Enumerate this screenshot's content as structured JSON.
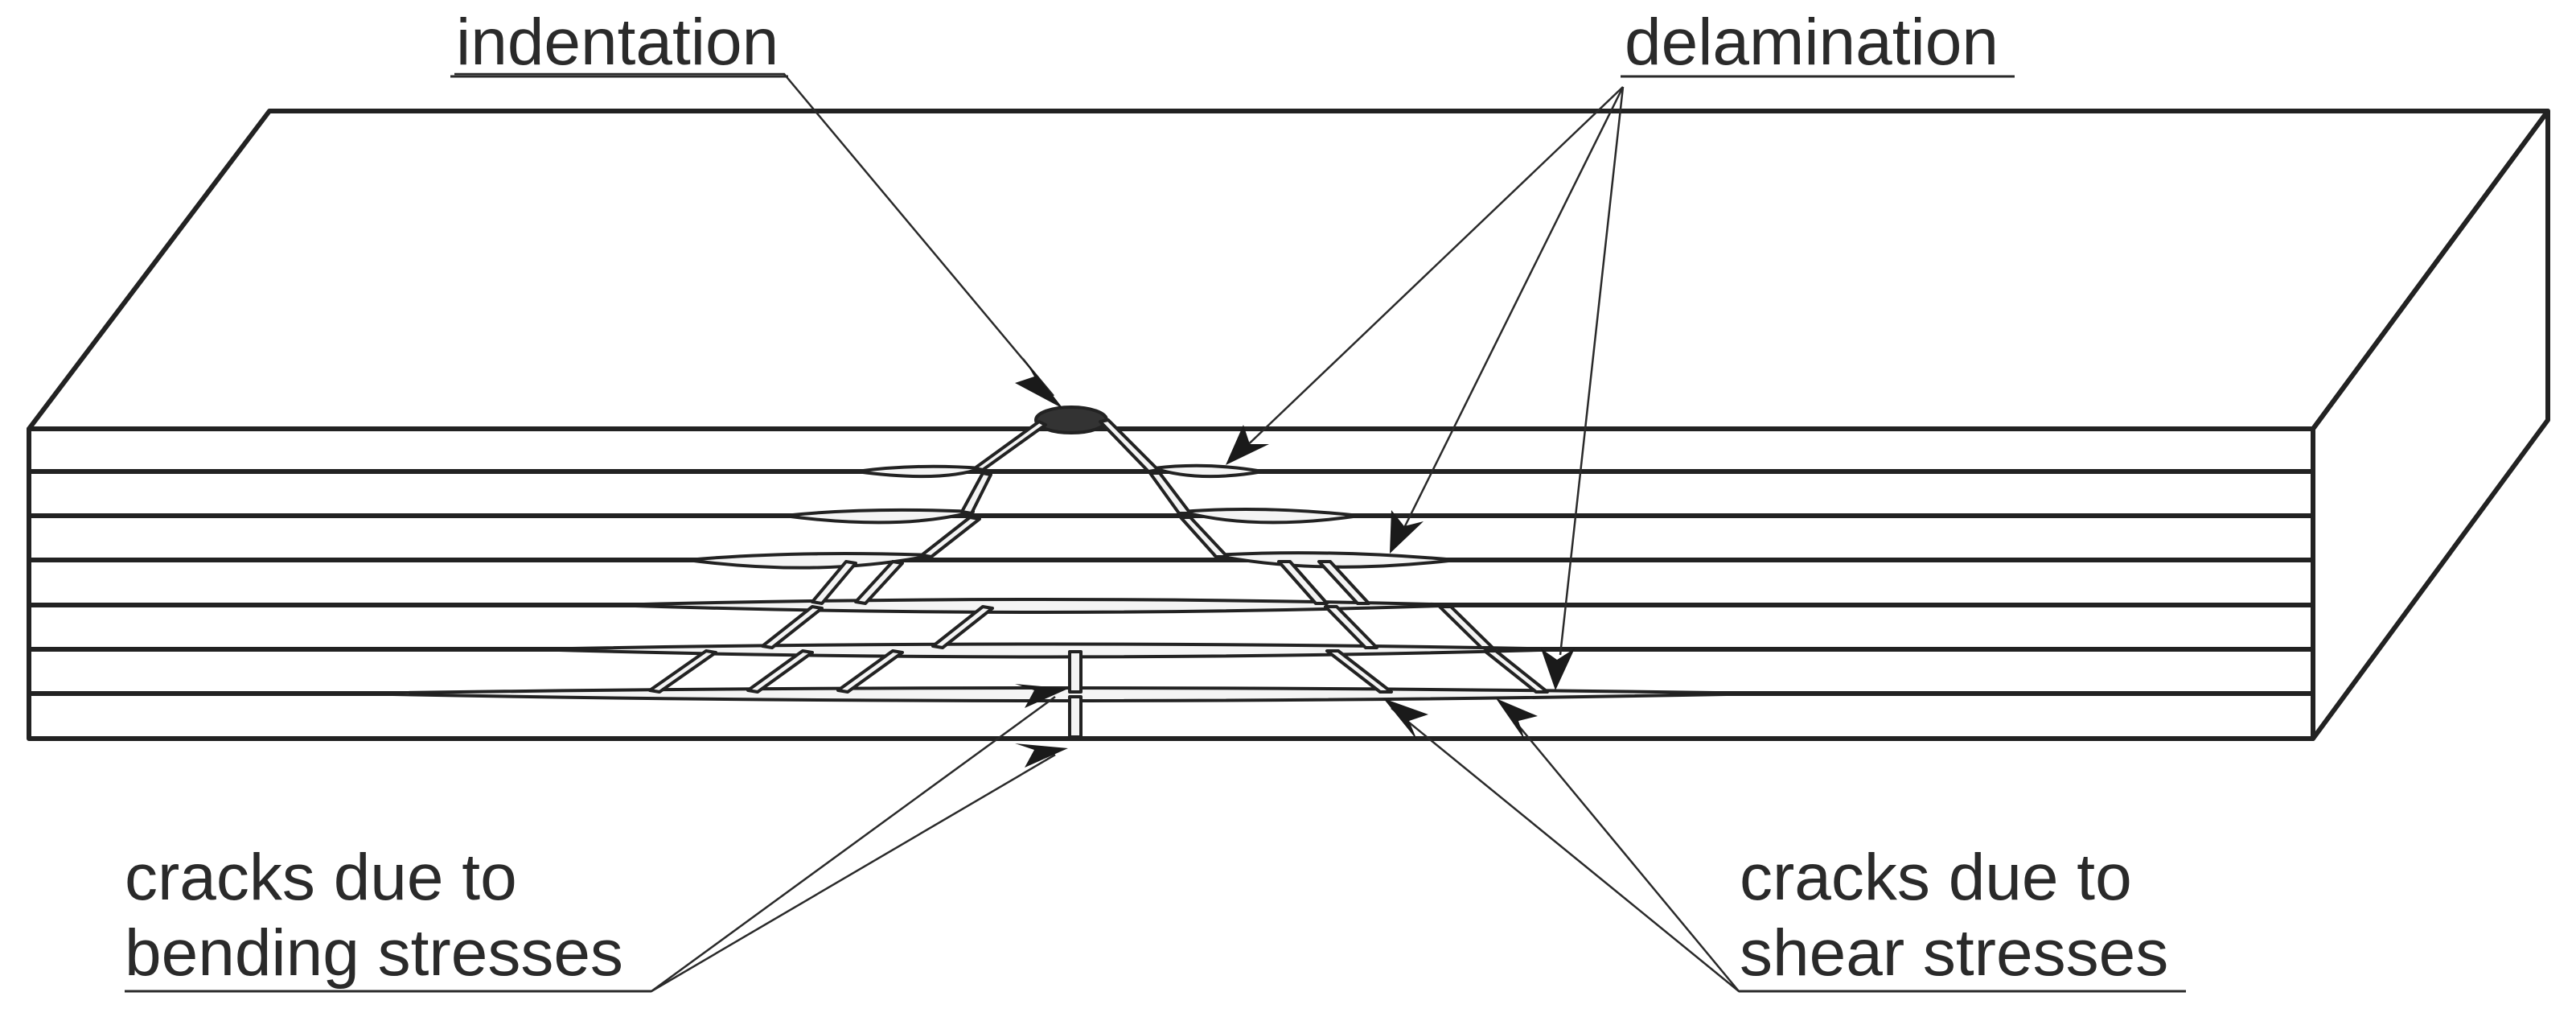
{
  "colors": {
    "laminate_side": "#858585",
    "laminate_top": "#ffffff",
    "outline": "#222222",
    "crack_fill": "#f4f4f4"
  },
  "labels": {
    "indentation": "indentation",
    "delamination": "delamination",
    "bending_line1": "cracks due to",
    "bending_line2": "bending stresses",
    "shear_line1": "cracks due to",
    "shear_line2": "shear stresses"
  }
}
